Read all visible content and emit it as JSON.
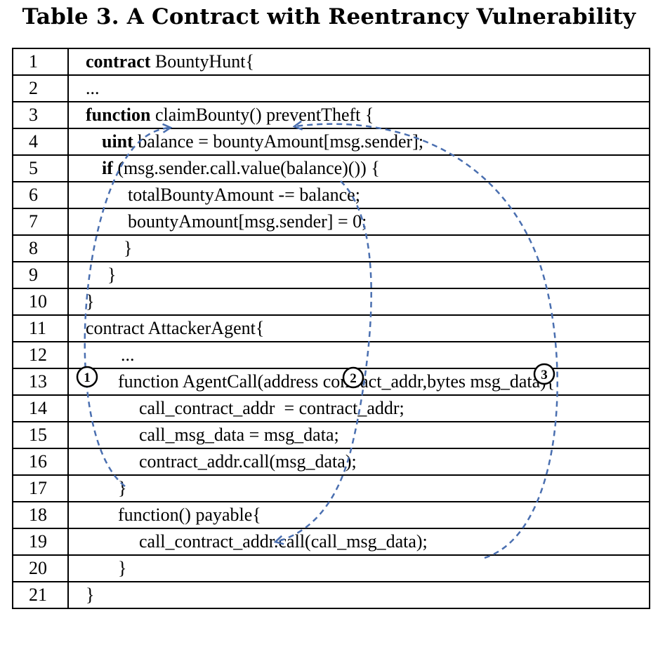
{
  "caption": "Table 3. A Contract with Reentrancy Vulnerability",
  "rows": [
    {
      "num": "1",
      "indent": 0,
      "kw": "contract",
      "text": " BountyHunt{"
    },
    {
      "num": "2",
      "indent": 0,
      "kw": "",
      "text": "..."
    },
    {
      "num": "3",
      "indent": 0,
      "kw": "function",
      "text": " claimBounty() preventTheft {"
    },
    {
      "num": "4",
      "indent": 1,
      "kw": "uint",
      "text": " balance = bountyAmount[msg.sender];"
    },
    {
      "num": "5",
      "indent": 1,
      "kw": "if",
      "text": " (msg.sender.call.value(balance)()) {"
    },
    {
      "num": "6",
      "indent": 2,
      "kw": "",
      "text": "totalBountyAmount -= balance;"
    },
    {
      "num": "7",
      "indent": 2,
      "kw": "",
      "text": "bountyAmount[msg.sender] = 0;"
    },
    {
      "num": "8",
      "indent": 3,
      "kw": "",
      "text": "}"
    },
    {
      "num": "9",
      "indent": 4,
      "kw": "",
      "text": "}"
    },
    {
      "num": "10",
      "indent": 0,
      "kw": "",
      "text": "}"
    },
    {
      "num": "11",
      "indent": 0,
      "kw": "",
      "text": "contract AttackerAgent{"
    },
    {
      "num": "12",
      "indent": 5,
      "kw": "",
      "text": "..."
    },
    {
      "num": "13",
      "indent": 6,
      "kw": "",
      "text": "function AgentCall(address contract_addr,bytes msg_data){"
    },
    {
      "num": "14",
      "indent": 7,
      "kw": "",
      "text": "call_contract_addr  = contract_addr;"
    },
    {
      "num": "15",
      "indent": 7,
      "kw": "",
      "text": "call_msg_data = msg_data;"
    },
    {
      "num": "16",
      "indent": 7,
      "kw": "",
      "text": "contract_addr.call(msg_data);"
    },
    {
      "num": "17",
      "indent": 6,
      "kw": "",
      "text": "}"
    },
    {
      "num": "18",
      "indent": 6,
      "kw": "",
      "text": "function() payable{"
    },
    {
      "num": "19",
      "indent": 7,
      "kw": "",
      "text": "call_contract_addr.call(call_msg_data);"
    },
    {
      "num": "20",
      "indent": 6,
      "kw": "",
      "text": "}"
    },
    {
      "num": "21",
      "indent": 0,
      "kw": "",
      "text": "}"
    }
  ],
  "markers": [
    "1",
    "2",
    "3"
  ],
  "arrow_color": "#4a6fb0"
}
